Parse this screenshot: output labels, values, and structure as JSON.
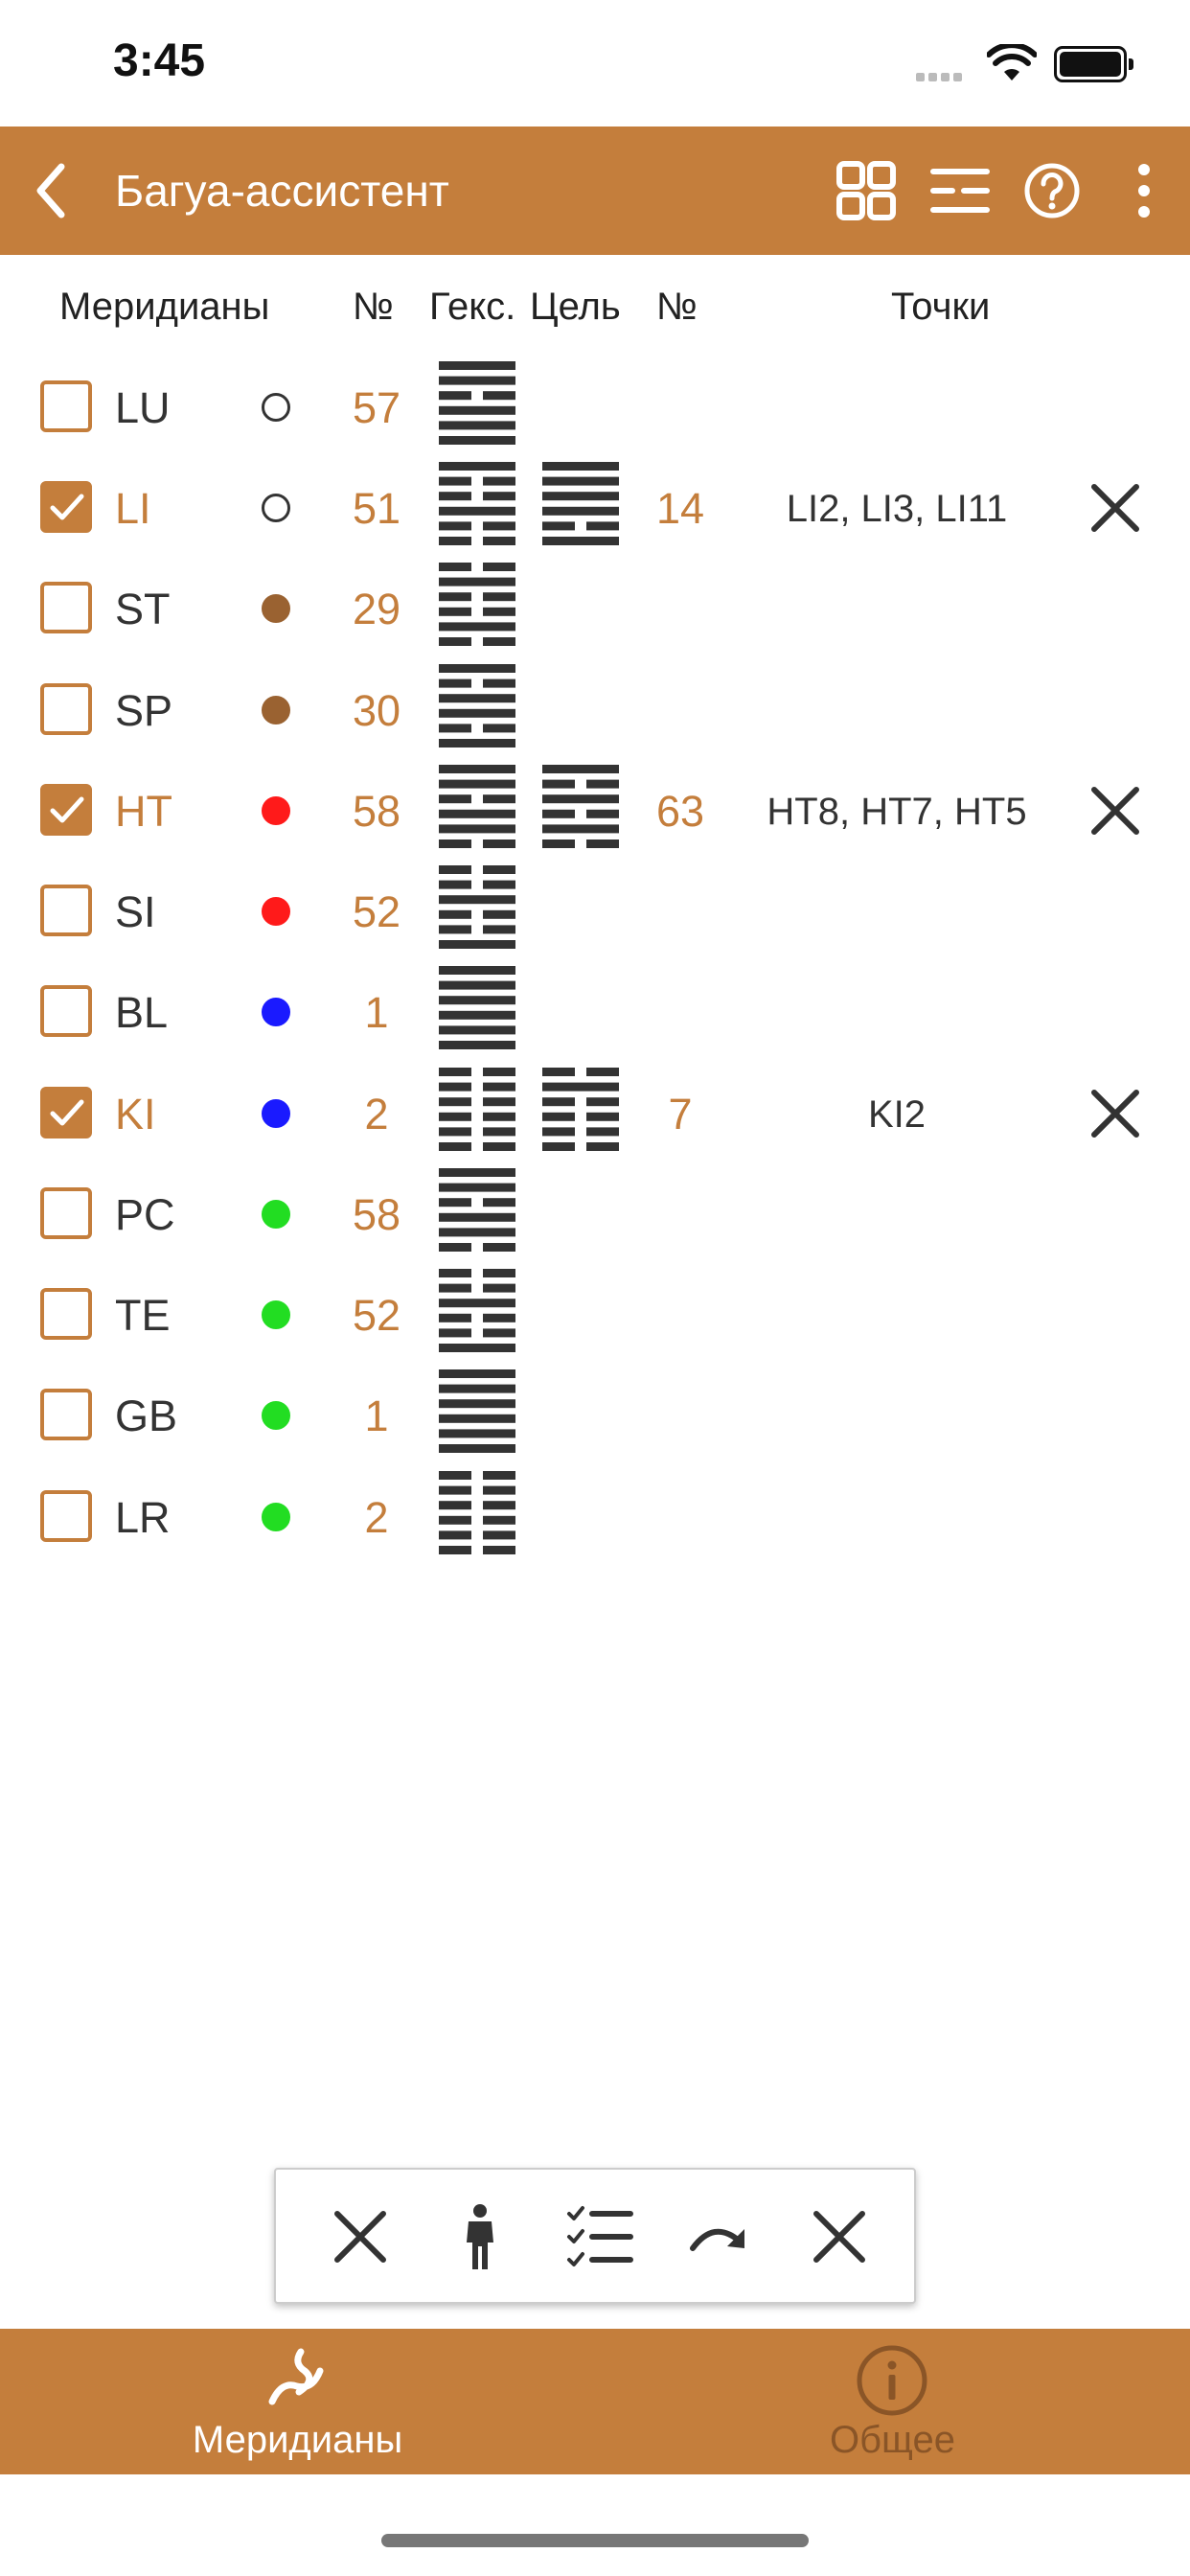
{
  "status_bar": {
    "time": "3:45"
  },
  "app_bar": {
    "title": "Багуа-ассистент",
    "icons": [
      "back-chevron-icon",
      "grid-icon",
      "list-icon",
      "help-icon",
      "more-vertical-icon"
    ]
  },
  "columns": {
    "meridians": "Меридианы",
    "number": "№",
    "hexagram": "Гекс.",
    "target": "Цель",
    "target_number": "№",
    "points": "Точки"
  },
  "rows": [
    {
      "code": "LU",
      "checked": false,
      "dot": "#ffffff",
      "num": "57",
      "hex": [
        1,
        1,
        0,
        1,
        1,
        1
      ],
      "target_num": "",
      "target_hex": null,
      "points": ""
    },
    {
      "code": "LI",
      "checked": true,
      "dot": "#ffffff",
      "num": "51",
      "hex": [
        1,
        0,
        0,
        1,
        0,
        0
      ],
      "target_num": "14",
      "target_hex": [
        1,
        1,
        1,
        1,
        0,
        1
      ],
      "points": "LI2, LI3, LI11"
    },
    {
      "code": "ST",
      "checked": false,
      "dot": "#9a6231",
      "num": "29",
      "hex": [
        0,
        1,
        0,
        0,
        1,
        0
      ],
      "target_num": "",
      "target_hex": null,
      "points": ""
    },
    {
      "code": "SP",
      "checked": false,
      "dot": "#9a6231",
      "num": "30",
      "hex": [
        1,
        0,
        1,
        1,
        0,
        1
      ],
      "target_num": "",
      "target_hex": null,
      "points": ""
    },
    {
      "code": "HT",
      "checked": true,
      "dot": "#ff1a1a",
      "num": "58",
      "hex": [
        1,
        1,
        0,
        1,
        1,
        0
      ],
      "target_num": "63",
      "target_hex": [
        1,
        0,
        1,
        0,
        1,
        0
      ],
      "points": "HT8, HT7, HT5"
    },
    {
      "code": "SI",
      "checked": false,
      "dot": "#ff1a1a",
      "num": "52",
      "hex": [
        0,
        0,
        1,
        0,
        0,
        1
      ],
      "target_num": "",
      "target_hex": null,
      "points": ""
    },
    {
      "code": "BL",
      "checked": false,
      "dot": "#1a1aff",
      "num": "1",
      "hex": [
        1,
        1,
        1,
        1,
        1,
        1
      ],
      "target_num": "",
      "target_hex": null,
      "points": ""
    },
    {
      "code": "KI",
      "checked": true,
      "dot": "#1a1aff",
      "num": "2",
      "hex": [
        0,
        0,
        0,
        0,
        0,
        0
      ],
      "target_num": "7",
      "target_hex": [
        0,
        1,
        0,
        0,
        0,
        0
      ],
      "points": "KI2"
    },
    {
      "code": "PC",
      "checked": false,
      "dot": "#22dd22",
      "num": "58",
      "hex": [
        1,
        1,
        0,
        1,
        1,
        0
      ],
      "target_num": "",
      "target_hex": null,
      "points": ""
    },
    {
      "code": "TE",
      "checked": false,
      "dot": "#22dd22",
      "num": "52",
      "hex": [
        0,
        0,
        1,
        0,
        0,
        1
      ],
      "target_num": "",
      "target_hex": null,
      "points": ""
    },
    {
      "code": "GB",
      "checked": false,
      "dot": "#22dd22",
      "num": "1",
      "hex": [
        1,
        1,
        1,
        1,
        1,
        1
      ],
      "target_num": "",
      "target_hex": null,
      "points": ""
    },
    {
      "code": "LR",
      "checked": false,
      "dot": "#22dd22",
      "num": "2",
      "hex": [
        0,
        0,
        0,
        0,
        0,
        0
      ],
      "target_num": "",
      "target_hex": null,
      "points": ""
    }
  ],
  "floating_toolbar": {
    "icons": [
      "close-icon",
      "person-icon",
      "checklist-icon",
      "redo-icon",
      "close-icon"
    ]
  },
  "tab_bar": {
    "tabs": [
      {
        "label": "Меридианы",
        "icon": "meridian-wave-icon",
        "active": true
      },
      {
        "label": "Общее",
        "icon": "info-icon",
        "active": false
      }
    ]
  },
  "colors": {
    "accent": "#c47e3c",
    "text": "#333333",
    "inactive_tab": "#8a5527",
    "hexagram": "#333333"
  }
}
